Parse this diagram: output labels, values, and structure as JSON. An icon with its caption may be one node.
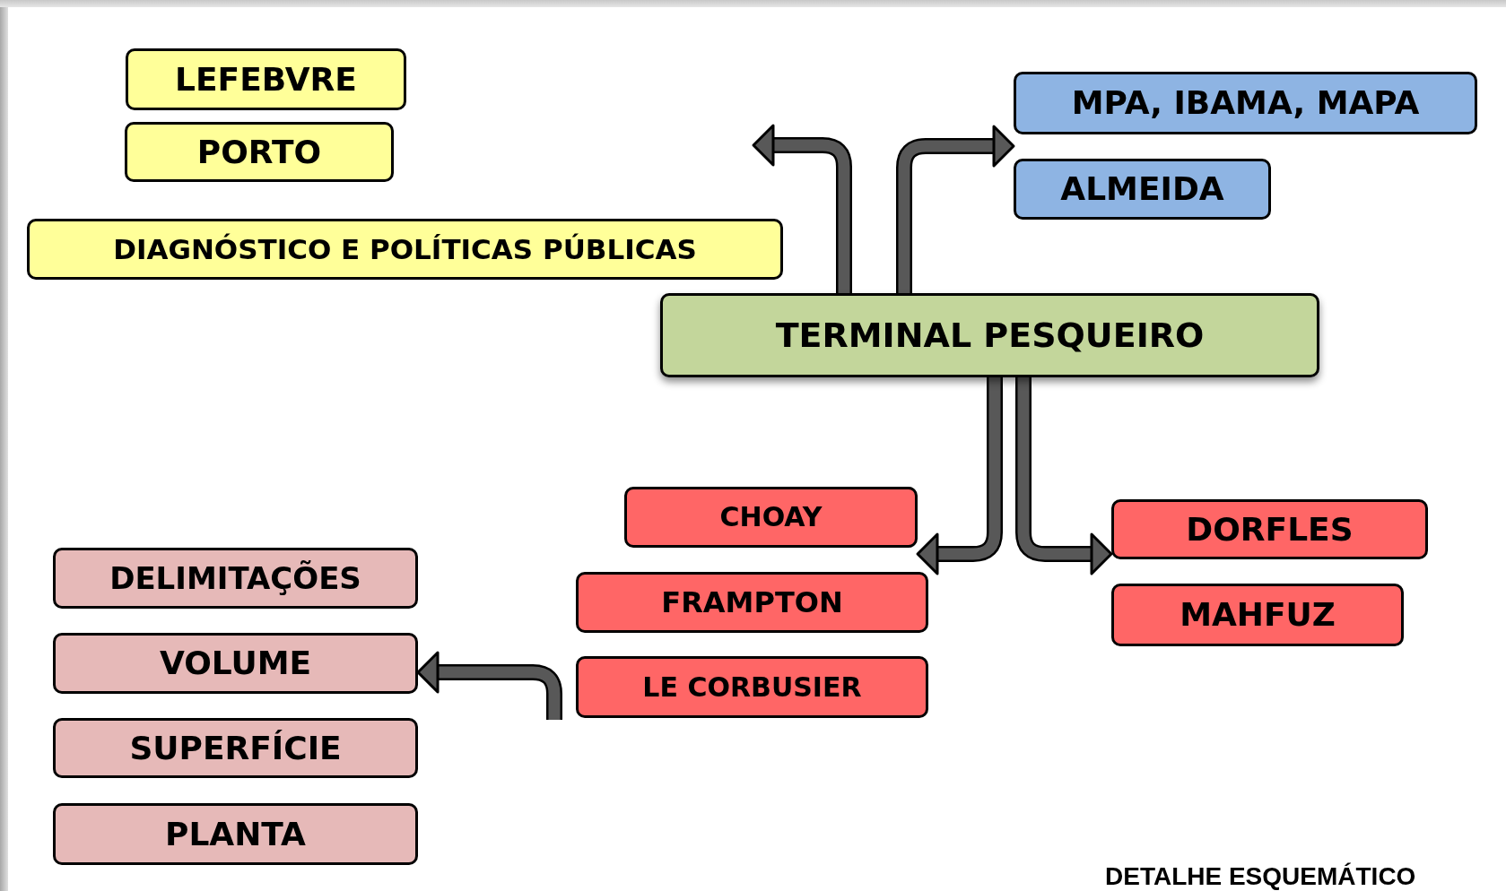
{
  "diagram": {
    "nodes": [
      {
        "text": [
          "LEFEBVRE"
        ]
      },
      {
        "text": [
          "PORTO"
        ]
      },
      {
        "text": [
          "DIAGNÓSTICO E POLÍTICAS PÚBLICAS"
        ]
      },
      {
        "text": [
          "MPA, IBAMA, MAPA"
        ]
      },
      {
        "text": [
          "ALMEIDA"
        ]
      },
      {
        "text": [
          "TERMINAL PESQUEIRO"
        ]
      },
      {
        "text": [
          "CHOAY"
        ]
      },
      {
        "text": [
          "DORFLES"
        ]
      },
      {
        "text": [
          "FRAMPTON"
        ]
      },
      {
        "text": [
          "MAHFUZ"
        ]
      },
      {
        "text": [
          "DELIMITAÇÕES"
        ]
      },
      {
        "text": [
          "LE CORBUSIER"
        ]
      },
      {
        "text": [
          "VOLUME"
        ]
      },
      {
        "text": [
          "SUPERFÍCIE"
        ]
      },
      {
        "text": [
          "PLANTA"
        ]
      }
    ],
    "edges": [
      {
        "from": 5,
        "to": null,
        "arrow": "to"
      },
      {
        "from": 5,
        "to": 4,
        "arrow": "to"
      },
      {
        "from": 5,
        "to": 6,
        "arrow": "to"
      },
      {
        "from": 5,
        "to": 7,
        "arrow": "to"
      },
      {
        "from": null,
        "to": 12,
        "arrow": "to"
      }
    ],
    "labels": [
      "DETALHE ESQUEMÁTICO"
    ]
  }
}
